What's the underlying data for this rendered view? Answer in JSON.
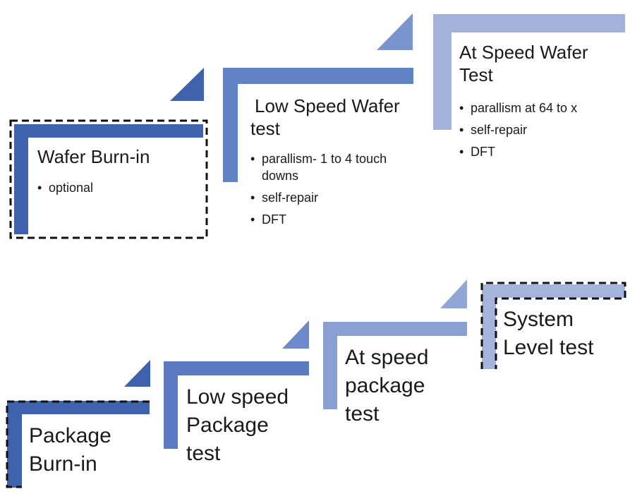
{
  "top_row": [
    {
      "title": "Wafer Burn-in",
      "bullets": [
        "optional"
      ],
      "color": "#3f62ad",
      "dashed": true
    },
    {
      "title": "Low Speed Wafer test",
      "bullets": [
        "parallism- 1 to 4 touch downs",
        "self-repair",
        "DFT"
      ],
      "color": "#6282c6",
      "dashed": false
    },
    {
      "title": "At Speed Wafer Test",
      "bullets": [
        "parallism at 64 to x",
        "self-repair",
        "DFT"
      ],
      "color": "#a2b2da",
      "dashed": false
    }
  ],
  "bottom_row": [
    {
      "title": "Package Burn-in",
      "color": "#3f62ad",
      "dashed": true
    },
    {
      "title": "Low speed Package test",
      "color": "#5c7ac2",
      "dashed": false
    },
    {
      "title": "At speed package test",
      "color": "#8aa0d3",
      "dashed": false
    },
    {
      "title": "System Level test",
      "color": "#a5b4dc",
      "dashed": true
    }
  ]
}
